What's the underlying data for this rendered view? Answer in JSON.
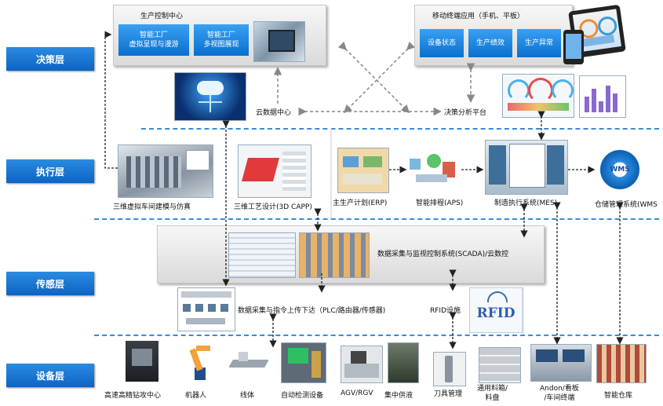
{
  "layers": {
    "decision": "决策层",
    "execution": "执行层",
    "sensing": "传感层",
    "equipment": "设备层"
  },
  "production_center": {
    "title": "生产控制中心",
    "box1": "智能工厂\n虚拟呈现与漫游",
    "box2": "智能工厂\n多视图展现"
  },
  "mobile": {
    "title": "移动终端应用（手机、平板）",
    "box1": "设备状态",
    "box2": "生产绩效",
    "box3": "生产异常"
  },
  "cloud_label": "云数据中心",
  "decision_platform_label": "决策分析平台",
  "execution": {
    "sim": "三维虚拟车间建模与仿真",
    "capp": "三维工艺设计(3D  CAPP)",
    "erp": "主生产计划(ERP)",
    "aps": "智能排程(APS)",
    "mes": "制造执行系统(MES)",
    "wms": "仓储管理系统(WMS",
    "wms_icon": "WMS"
  },
  "scada_label": "数据采集与监视控制系统(SCADA)/云数控",
  "upload_label": "数据采集与指令上传下达（PLC/路由器/传感器)",
  "rfid": {
    "label": "RFID设施",
    "icon_text": "RFID"
  },
  "equipment": {
    "cnc": "高速高精钻攻中心",
    "robot": "机器人",
    "line": "线体",
    "inspect": "自动检测设备",
    "agv": "AGV/RGV",
    "fluid": "集中供液",
    "tool": "刀具管理",
    "material": "通用料箱/\n料盘",
    "andon": "Andon/看板\n/车间终端",
    "warehouse": "智能仓库"
  },
  "colors": {
    "accent_blue": "#1478d4",
    "dash_blue": "#3a8ad8",
    "arrow_gray": "#888888"
  }
}
